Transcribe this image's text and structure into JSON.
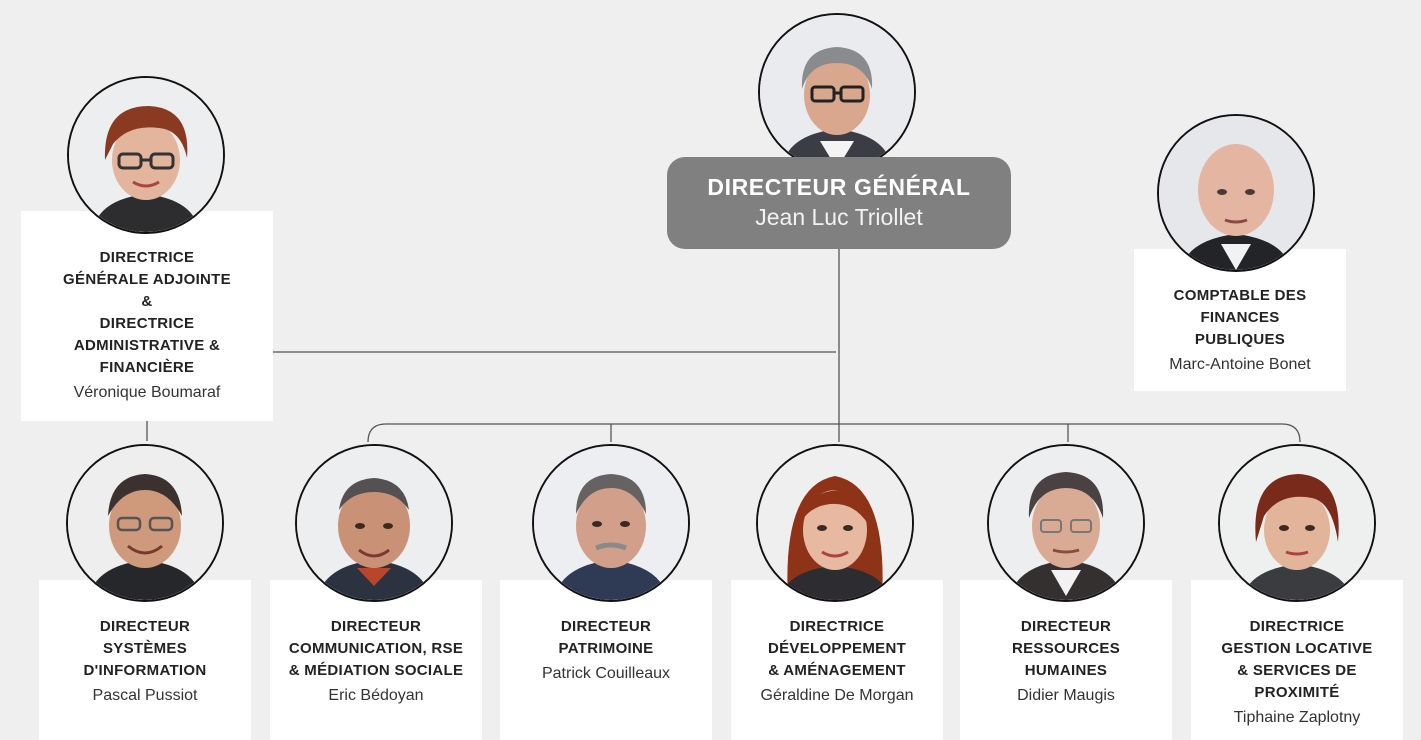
{
  "director_general": {
    "title": "DIRECTEUR GÉNÉRAL",
    "name": "Jean Luc Triollet",
    "photo_icon": "portrait-photo"
  },
  "deputy": {
    "title": "DIRECTRICE\nGÉNÉRALE ADJOINTE\n&\nDIRECTRICE\nADMINISTRATIVE &\nFINANCIÈRE",
    "name": "Véronique Boumaraf"
  },
  "accountant": {
    "title": "COMPTABLE DES\nFINANCES\nPUBLIQUES",
    "name": "Marc-Antoine Bonet"
  },
  "directors": [
    {
      "title": "DIRECTEUR\nSYSTÈMES\nD'INFORMATION",
      "name": "Pascal Pussiot"
    },
    {
      "title": "DIRECTEUR\nCOMMUNICATION, RSE\n& MÉDIATION SOCIALE",
      "name": "Eric Bédoyan"
    },
    {
      "title": "DIRECTEUR\nPATRIMOINE",
      "name": "Patrick Couilleaux"
    },
    {
      "title": "DIRECTRICE\nDÉVELOPPEMENT\n& AMÉNAGEMENT",
      "name": "Géraldine De Morgan"
    },
    {
      "title": "DIRECTEUR\nRESSOURCES\nHUMAINES",
      "name": "Didier Maugis"
    },
    {
      "title": "DIRECTRICE\nGESTION LOCATIVE\n& SERVICES DE\nPROXIMITÉ",
      "name": "Tiphaine Zaplotny"
    }
  ],
  "colors": {
    "background": "#efefef",
    "dg_box": "#808080",
    "connector": "#555555"
  }
}
